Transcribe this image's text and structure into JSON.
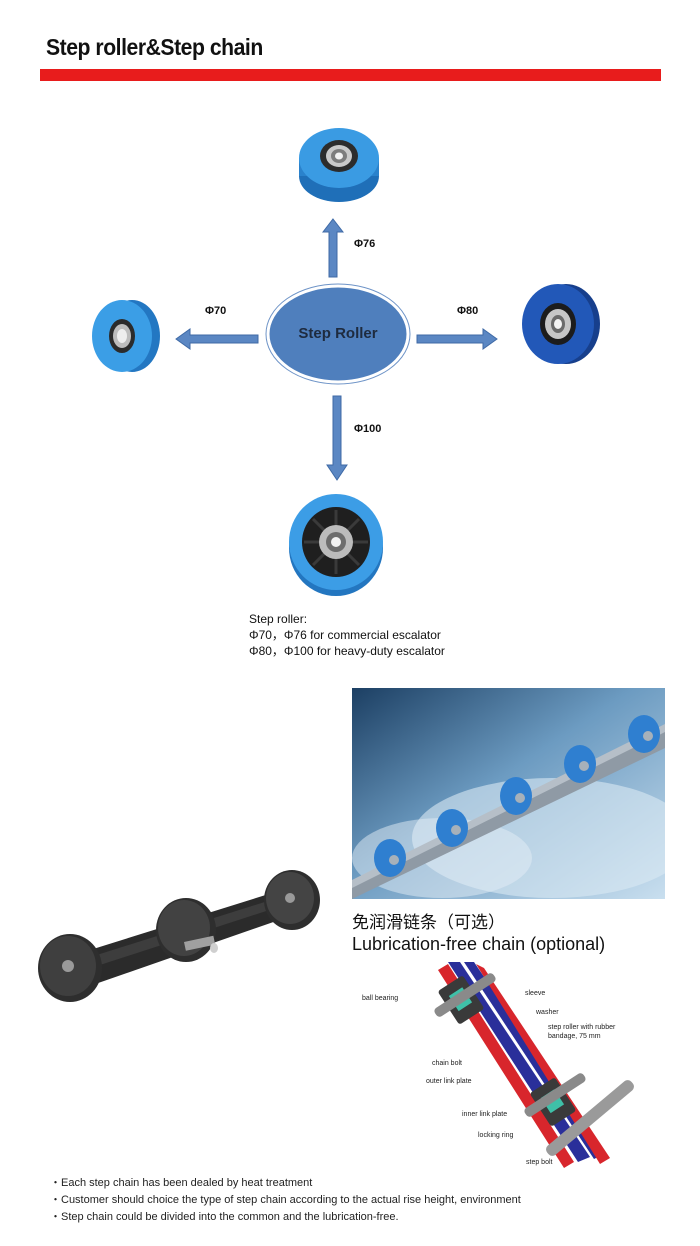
{
  "page": {
    "title": "Step roller&Step chain"
  },
  "roller_diagram": {
    "center_label": "Step Roller",
    "dimensions": {
      "top": "Φ76",
      "left": "Φ70",
      "right": "Φ80",
      "bottom": "Φ100"
    },
    "colors": {
      "roller_blue": "#2f8bd6",
      "center_fill": "#4f7fbd",
      "arrow_fill": "#5b87c3",
      "accent_red": "#e81c1c"
    }
  },
  "roller_note": {
    "heading": "Step roller:",
    "line1": "Φ70，Φ76 for commercial escalator",
    "line2": "Φ80，Φ100 for heavy-duty escalator"
  },
  "chain_section": {
    "title_cn": "免润滑链条（可选）",
    "title_en": "Lubrication-free chain (optional)",
    "diagram_labels": {
      "ball_bearing": "ball bearing",
      "sleeve": "sleeve",
      "washer": "washer",
      "step_roller": "step roller with rubber",
      "step_roller_2": "bandage, 75 mm",
      "chain_bolt": "chain bolt",
      "outer_link_plate": "outer link plate",
      "inner_link_plate": "inner link plate",
      "locking_ring": "locking ring",
      "step_bolt": "step bolt"
    }
  },
  "bullets": [
    "・Each step chain has been dealed by heat treatment",
    "・Customer should choice the type of step chain according to the actual rise height, environment",
    "・Step chain could be divided into the common and the lubrication-free."
  ]
}
